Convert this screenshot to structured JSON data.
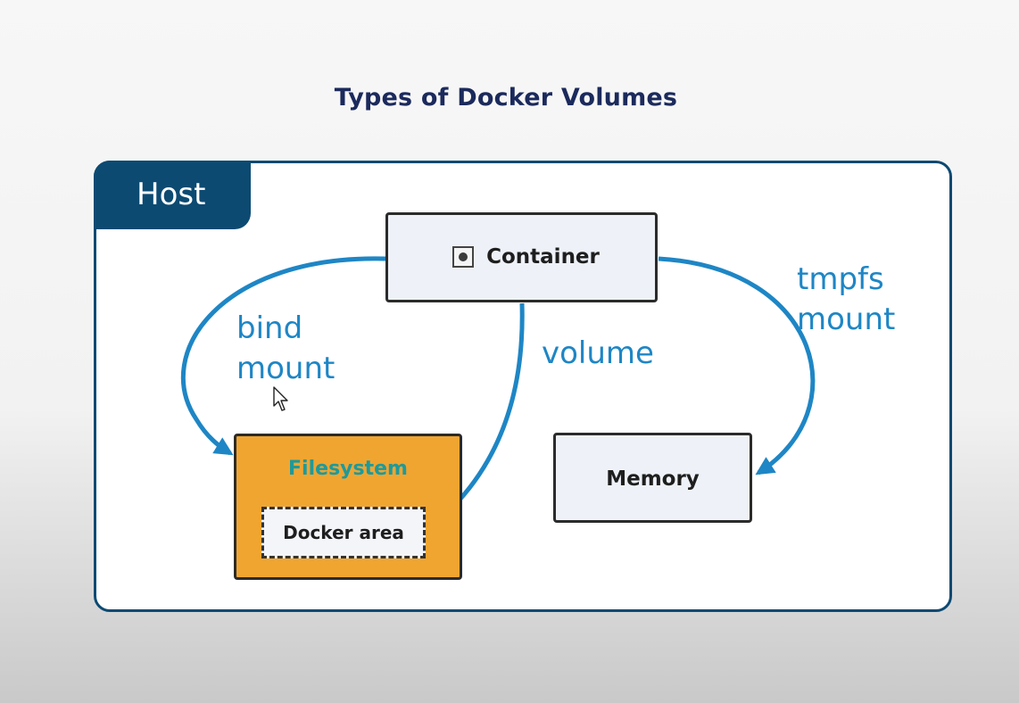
{
  "title": "Types of Docker Volumes",
  "host": {
    "label": "Host"
  },
  "nodes": {
    "container": {
      "label": "Container",
      "icon": "container-icon"
    },
    "filesystem": {
      "label": "Filesystem"
    },
    "docker_area": {
      "label": "Docker area"
    },
    "memory": {
      "label": "Memory"
    }
  },
  "edges": {
    "bind_mount": {
      "label_line1": "bind",
      "label_line2": "mount"
    },
    "volume": {
      "label": "volume"
    },
    "tmpfs_mount": {
      "label_line1": "tmpfs",
      "label_line2": "mount"
    }
  },
  "colors": {
    "title": "#1b2a5c",
    "host_frame": "#0c4a72",
    "arrow": "#1e86c5",
    "filesystem_fill": "#f0a531",
    "filesystem_text": "#1e9a9a",
    "box_fill": "#eef2f8"
  }
}
